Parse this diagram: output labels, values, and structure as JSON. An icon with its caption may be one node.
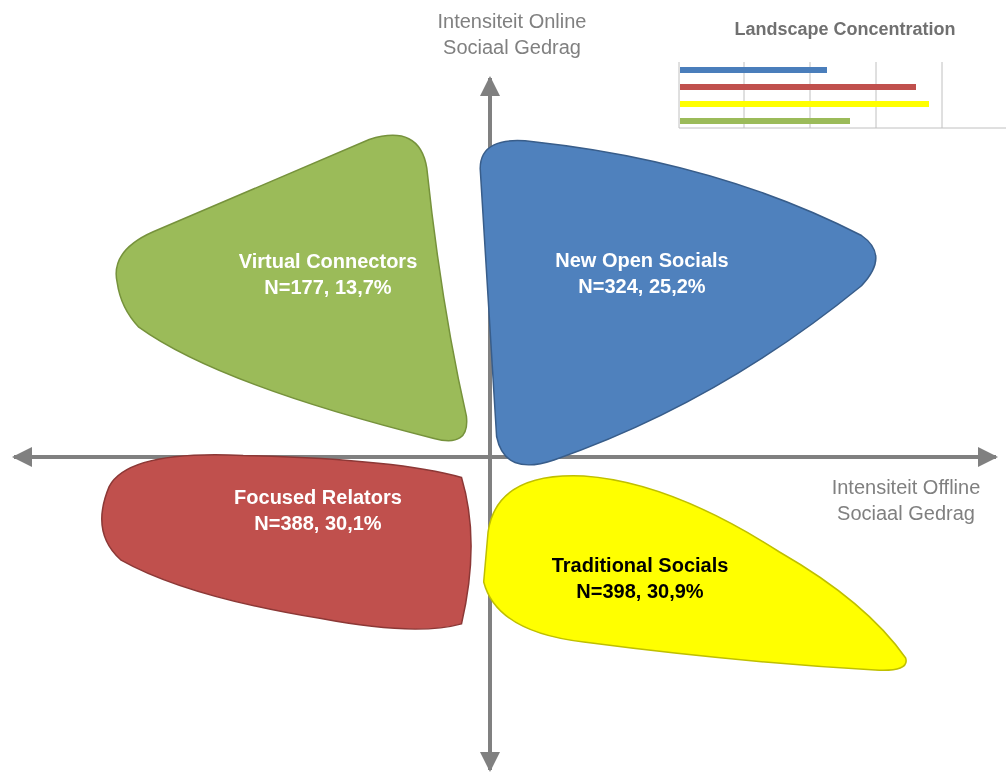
{
  "diagram": {
    "nodes": [
      {
        "text": [
          "Virtual Connectors",
          "N=177, 13,7%"
        ]
      },
      {
        "text": [
          "New Open Socials",
          "N=324, 25,2%"
        ]
      },
      {
        "text": [
          "Focused Relators",
          "N=388, 30,1%"
        ]
      },
      {
        "text": [
          "Traditional Socials",
          "N=398, 30,9%"
        ]
      }
    ],
    "edges": [],
    "labels": [
      "Intensiteit Online Sociaal Gedrag",
      "Landscape Concentration",
      "Intensiteit Offline Sociaal Gedrag"
    ]
  }
}
